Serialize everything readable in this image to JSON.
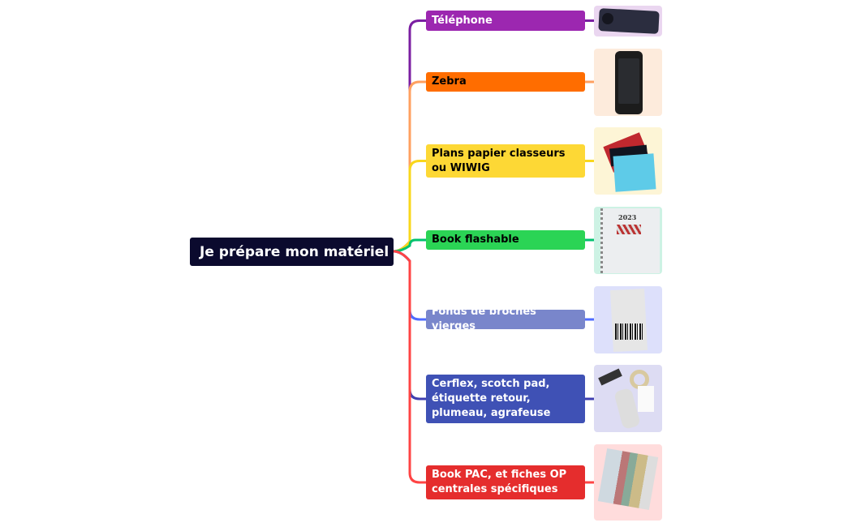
{
  "root": {
    "label": "Je prépare mon matériel",
    "color": "#0b0a2e"
  },
  "branches": [
    {
      "label": "Téléphone",
      "color": "#9c27b0",
      "text_color": "#ffffff",
      "line_color": "#7b1fa2",
      "image_bg": "#ead6f0",
      "image": "smartphone"
    },
    {
      "label": "Zebra",
      "color": "#ff6d00",
      "text_color": "#000000",
      "line_color": "#ffa060",
      "image_bg": "#fdebdc",
      "image": "zebra-terminal"
    },
    {
      "label": "Plans papier classeurs ou WIWIG",
      "color": "#fdd835",
      "text_color": "#000000",
      "line_color": "#f9d71c",
      "image_bg": "#fdf5d6",
      "image": "folders"
    },
    {
      "label": "Book flashable",
      "color": "#2bd455",
      "text_color": "#000000",
      "line_color": "#00c26e",
      "image_bg": "#cdf2e4",
      "image": "booklet",
      "image_text": "2023"
    },
    {
      "label": "Fonds de broches vierges",
      "color": "#7986cb",
      "text_color": "#ffffff",
      "line_color": "#4f6bff",
      "image_bg": "#dde0fb",
      "image": "barcode-card"
    },
    {
      "label": "Cerflex, scotch pad, étiquette retour, plumeau, agrafeuse",
      "color": "#3f51b5",
      "text_color": "#ffffff",
      "line_color": "#3f3fb0",
      "image_bg": "#dddcf3",
      "image": "supplies"
    },
    {
      "label": "Book PAC, et fiches OP centrales spécifiques",
      "color": "#e52d2d",
      "text_color": "#ffffff",
      "line_color": "#ff4444",
      "image_bg": "#ffdcdc",
      "image": "catalog"
    }
  ]
}
